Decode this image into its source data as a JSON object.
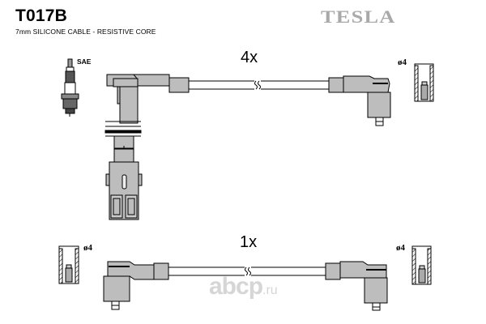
{
  "header": {
    "part_number": "T017B",
    "description": "7mm SILICONE CABLE - RESISTIVE CORE",
    "brand": "TESLA"
  },
  "diagram": {
    "top_set": {
      "quantity_label": "4x",
      "left_end": "straight spark plug boot with coil connector",
      "right_end": "angled distributor boot"
    },
    "bottom_set": {
      "quantity_label": "1x",
      "left_end": "angled boot",
      "right_end": "angled boot"
    },
    "labels": {
      "spark_plug_type": "SAE",
      "terminal_top_right": "ø4",
      "terminal_bottom_left": "ø4",
      "terminal_bottom_right": "ø4"
    },
    "colors": {
      "boot_fill": "#bdbdbd",
      "outline": "#000000",
      "brand_gray": "#a9a9a9"
    }
  },
  "watermark": {
    "text": "abcp",
    "tld": ".ru"
  }
}
